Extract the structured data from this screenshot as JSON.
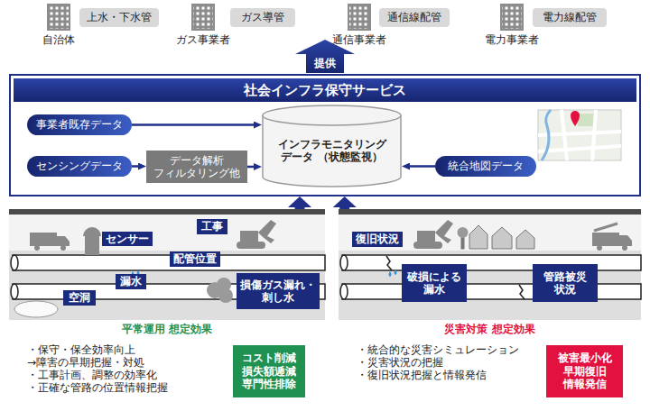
{
  "diagram": {
    "nodes": [
      {
        "text": [
          "上水・下水管"
        ]
      },
      {
        "text": [
          "ガス導管"
        ]
      },
      {
        "text": [
          "通信線配管"
        ]
      },
      {
        "text": [
          "電力線配管"
        ]
      },
      {
        "text": [
          "社会インフラ保守サービス"
        ]
      },
      {
        "text": [
          "事業者既存データ"
        ],
        "in": 4
      },
      {
        "text": [
          "センシングデータ"
        ],
        "in": 4
      },
      {
        "text": [
          "データ解析 フィルタリング他"
        ],
        "in": 4
      },
      {
        "text": [
          "インフラモニタリング データ （状態監視）"
        ],
        "in": 4
      },
      {
        "text": [
          "統合地図データ"
        ],
        "in": 4
      },
      {
        "text": [
          "平常運用 想定効果"
        ]
      },
      {
        "text": [
          "センサー"
        ],
        "in": 10
      },
      {
        "text": [
          "工事"
        ],
        "in": 10
      },
      {
        "text": [
          "配管位置"
        ],
        "in": 10
      },
      {
        "text": [
          "漏水"
        ],
        "in": 10
      },
      {
        "text": [
          "空洞"
        ],
        "in": 10
      },
      {
        "text": [
          "損傷ガス漏れ・ 刺し水"
        ],
        "in": 10
      },
      {
        "text": [
          "災害対策 想定効果"
        ]
      },
      {
        "text": [
          "復旧状況"
        ],
        "in": 17
      },
      {
        "text": [
          "破損による 漏水"
        ],
        "in": 17
      },
      {
        "text": [
          "管路被災 状況"
        ],
        "in": 17
      },
      {
        "text": [
          "コスト削減 損失額逓減 専門性排除"
        ]
      },
      {
        "text": [
          "被害最小化 早期復旧 情報発信"
        ]
      }
    ],
    "edges": [
      {
        "from": 5,
        "to": 8,
        "arrow": "to"
      },
      {
        "from": 6,
        "to": 7,
        "arrow": "to"
      },
      {
        "from": 7,
        "to": 8,
        "arrow": "to"
      },
      {
        "from": 9,
        "to": 8,
        "arrow": "to"
      },
      {
        "from": 10,
        "to": 4,
        "arrow": "to"
      },
      {
        "from": 17,
        "to": 4,
        "arrow": "to"
      }
    ],
    "labels": [
      "自治体",
      "ガス事業者",
      "通信事業者",
      "電力事業者",
      "提供",
      "・保守・保全効率向上",
      "→障害の早期把握・対処",
      "・工事計画、調整の効率化",
      "・正確な管路の位置情報把握",
      "・統合的な災害シミュレーション",
      "・災害状況の把握",
      "・復旧状況把握と情報発信"
    ]
  }
}
